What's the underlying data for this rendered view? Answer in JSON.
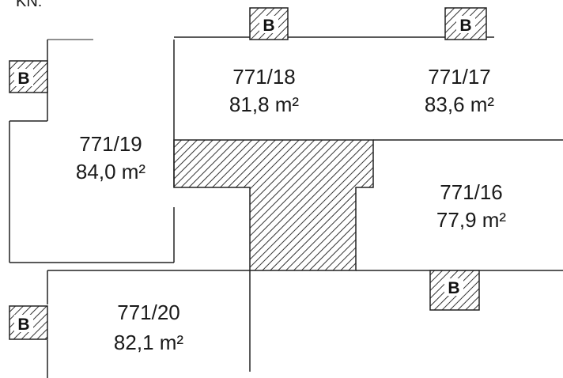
{
  "corner_label": "KN:",
  "lots": [
    {
      "id": "lot-771-18",
      "number": "771/18",
      "area": "81,8 m²"
    },
    {
      "id": "lot-771-17",
      "number": "771/17",
      "area": "83,6 m²"
    },
    {
      "id": "lot-771-19",
      "number": "771/19",
      "area": "84,0 m²"
    },
    {
      "id": "lot-771-16",
      "number": "771/16",
      "area": "77,9 m²"
    },
    {
      "id": "lot-771-20",
      "number": "771/20",
      "area": "82,1 m²"
    }
  ],
  "block_letter": "B",
  "colors": {
    "line": "#222222",
    "hatch": "#333333",
    "block_fill": "#ffffff"
  }
}
